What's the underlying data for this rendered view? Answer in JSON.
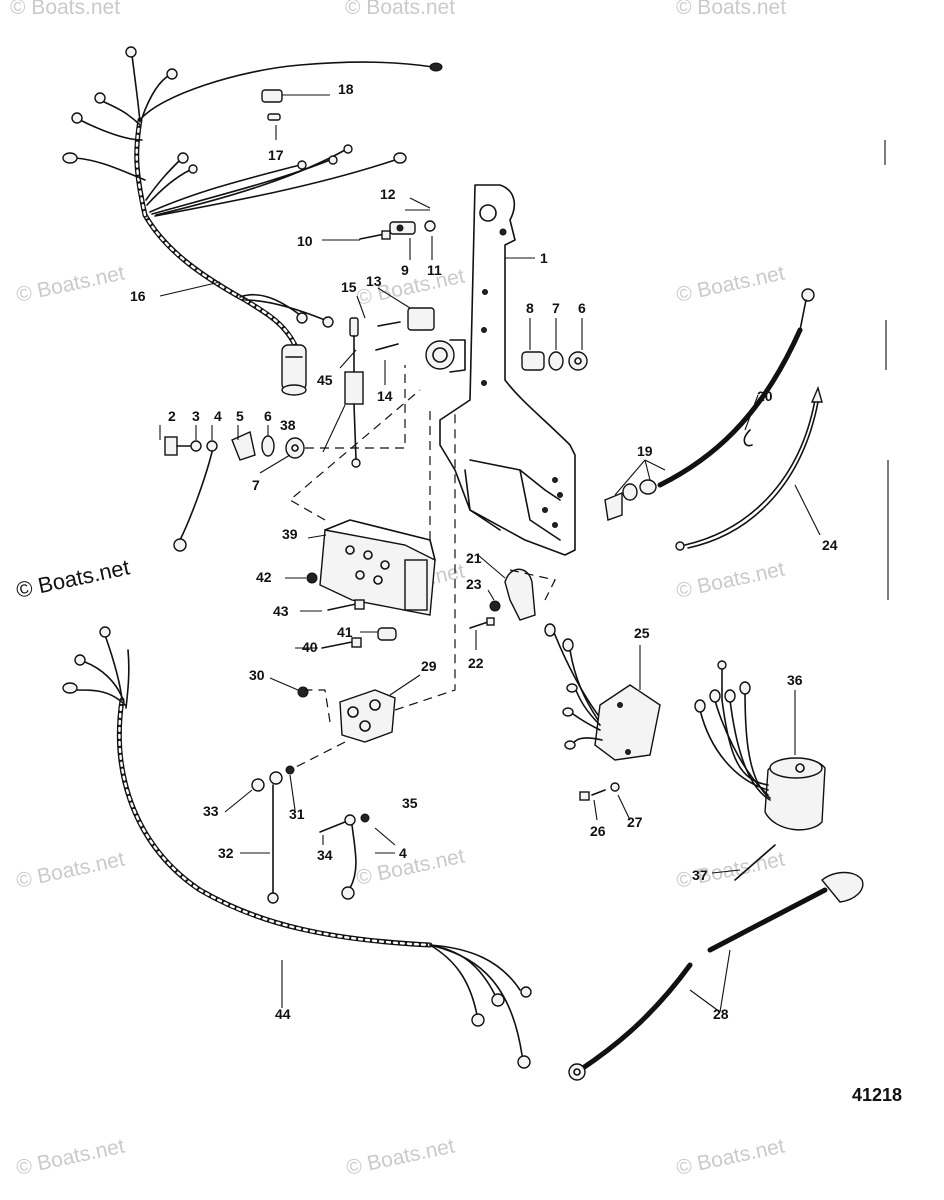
{
  "watermark": "© Boats.net",
  "figure_number": "41218",
  "callouts": {
    "c1": "1",
    "c2": "2",
    "c3": "3",
    "c4a": "4",
    "c4b": "4",
    "c5": "5",
    "c6a": "6",
    "c6b": "6",
    "c7a": "7",
    "c7b": "7",
    "c8": "8",
    "c9": "9",
    "c10": "10",
    "c11": "11",
    "c12": "12",
    "c13": "13",
    "c14": "14",
    "c15": "15",
    "c16": "16",
    "c17": "17",
    "c18": "18",
    "c19": "19",
    "c20": "20",
    "c21": "21",
    "c22": "22",
    "c23": "23",
    "c24": "24",
    "c25": "25",
    "c26": "26",
    "c27": "27",
    "c28": "28",
    "c29": "29",
    "c30": "30",
    "c31": "31",
    "c32": "32",
    "c33": "33",
    "c34": "34",
    "c35": "35",
    "c36": "36",
    "c37": "37",
    "c38": "38",
    "c39": "39",
    "c40": "40",
    "c41": "41",
    "c42": "42",
    "c43": "43",
    "c44": "44",
    "c45": "45"
  }
}
